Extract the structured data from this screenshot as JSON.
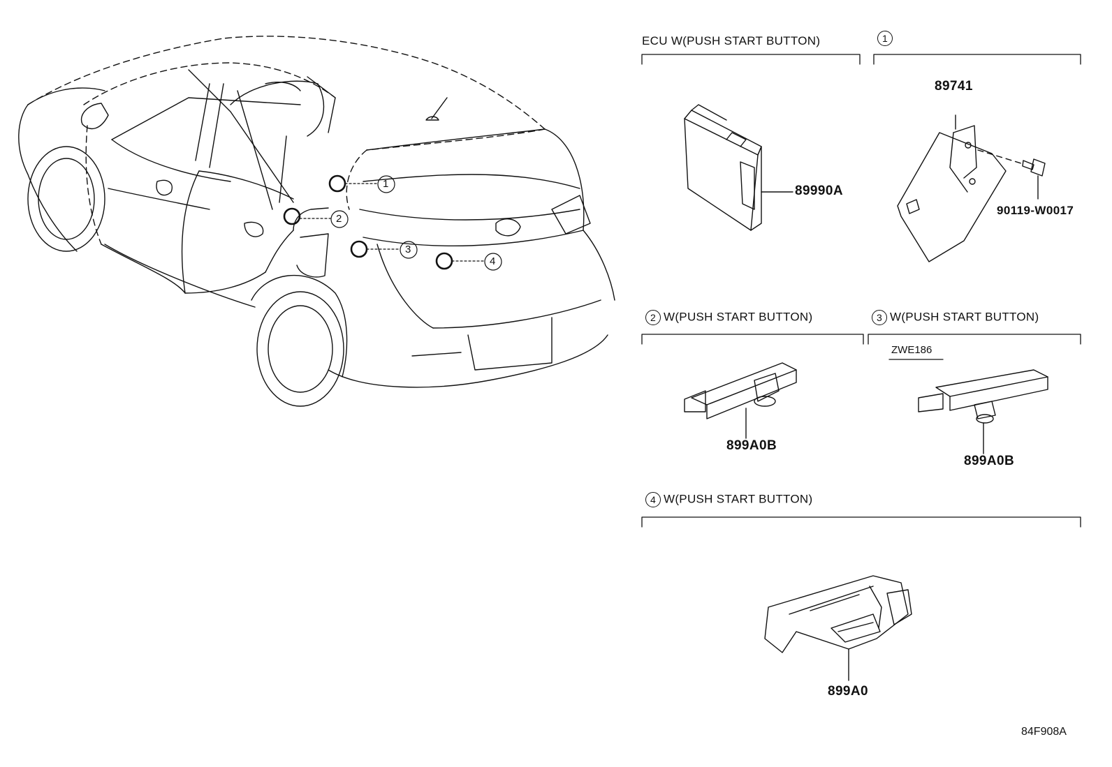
{
  "sections": {
    "ecu": {
      "title": "ECU  W(PUSH START BUTTON)"
    },
    "s1": {
      "num": "1"
    },
    "s2": {
      "num": "2",
      "title": "W(PUSH START BUTTON)"
    },
    "s3": {
      "num": "3",
      "title": "W(PUSH START BUTTON)",
      "note": "ZWE186"
    },
    "s4": {
      "num": "4",
      "title": "W(PUSH START BUTTON)"
    }
  },
  "parts": {
    "ecu": "89990A",
    "bracket": "89741",
    "bolt": "90119-W0017",
    "antenna2": "899A0B",
    "antenna3": "899A0B",
    "antenna4": "899A0"
  },
  "callouts": [
    "1",
    "2",
    "3",
    "4"
  ],
  "figure_code": "84F908A"
}
